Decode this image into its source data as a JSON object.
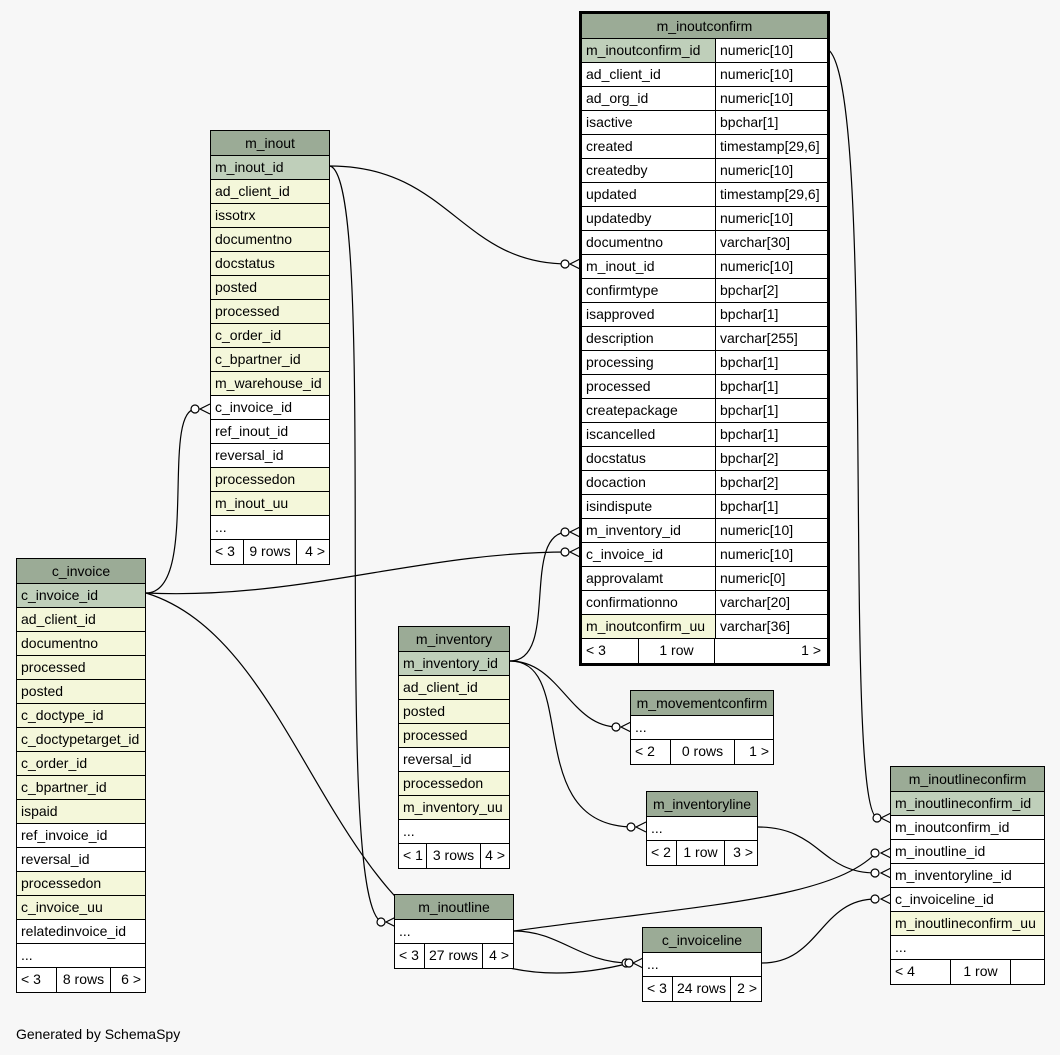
{
  "tables": {
    "m_inoutconfirm": {
      "name": "m_inoutconfirm",
      "columns": [
        {
          "name": "m_inoutconfirm_id",
          "type": "numeric[10]",
          "kind": "pk"
        },
        {
          "name": "ad_client_id",
          "type": "numeric[10]",
          "kind": "plain"
        },
        {
          "name": "ad_org_id",
          "type": "numeric[10]",
          "kind": "plain"
        },
        {
          "name": "isactive",
          "type": "bpchar[1]",
          "kind": "plain"
        },
        {
          "name": "created",
          "type": "timestamp[29,6]",
          "kind": "plain"
        },
        {
          "name": "createdby",
          "type": "numeric[10]",
          "kind": "plain"
        },
        {
          "name": "updated",
          "type": "timestamp[29,6]",
          "kind": "plain"
        },
        {
          "name": "updatedby",
          "type": "numeric[10]",
          "kind": "plain"
        },
        {
          "name": "documentno",
          "type": "varchar[30]",
          "kind": "plain"
        },
        {
          "name": "m_inout_id",
          "type": "numeric[10]",
          "kind": "plain"
        },
        {
          "name": "confirmtype",
          "type": "bpchar[2]",
          "kind": "plain"
        },
        {
          "name": "isapproved",
          "type": "bpchar[1]",
          "kind": "plain"
        },
        {
          "name": "description",
          "type": "varchar[255]",
          "kind": "plain"
        },
        {
          "name": "processing",
          "type": "bpchar[1]",
          "kind": "plain"
        },
        {
          "name": "processed",
          "type": "bpchar[1]",
          "kind": "plain"
        },
        {
          "name": "createpackage",
          "type": "bpchar[1]",
          "kind": "plain"
        },
        {
          "name": "iscancelled",
          "type": "bpchar[1]",
          "kind": "plain"
        },
        {
          "name": "docstatus",
          "type": "bpchar[2]",
          "kind": "plain"
        },
        {
          "name": "docaction",
          "type": "bpchar[2]",
          "kind": "plain"
        },
        {
          "name": "isindispute",
          "type": "bpchar[1]",
          "kind": "plain"
        },
        {
          "name": "m_inventory_id",
          "type": "numeric[10]",
          "kind": "plain"
        },
        {
          "name": "c_invoice_id",
          "type": "numeric[10]",
          "kind": "plain"
        },
        {
          "name": "approvalamt",
          "type": "numeric[0]",
          "kind": "plain"
        },
        {
          "name": "confirmationno",
          "type": "varchar[20]",
          "kind": "plain"
        },
        {
          "name": "m_inoutconfirm_uu",
          "type": "varchar[36]",
          "kind": "fk"
        }
      ],
      "footer": [
        "< 3",
        "1 row",
        "1 >"
      ]
    },
    "m_inout": {
      "name": "m_inout",
      "columns": [
        {
          "name": "m_inout_id",
          "kind": "pk"
        },
        {
          "name": "ad_client_id",
          "kind": "fk"
        },
        {
          "name": "issotrx",
          "kind": "fk"
        },
        {
          "name": "documentno",
          "kind": "fk"
        },
        {
          "name": "docstatus",
          "kind": "fk"
        },
        {
          "name": "posted",
          "kind": "fk"
        },
        {
          "name": "processed",
          "kind": "fk"
        },
        {
          "name": "c_order_id",
          "kind": "fk"
        },
        {
          "name": "c_bpartner_id",
          "kind": "fk"
        },
        {
          "name": "m_warehouse_id",
          "kind": "fk"
        },
        {
          "name": "c_invoice_id",
          "kind": "plain"
        },
        {
          "name": "ref_inout_id",
          "kind": "plain"
        },
        {
          "name": "reversal_id",
          "kind": "plain"
        },
        {
          "name": "processedon",
          "kind": "fk"
        },
        {
          "name": "m_inout_uu",
          "kind": "fk"
        },
        {
          "name": "...",
          "kind": "plain"
        }
      ],
      "footer": [
        "< 3",
        "9 rows",
        "4 >"
      ]
    },
    "c_invoice": {
      "name": "c_invoice",
      "columns": [
        {
          "name": "c_invoice_id",
          "kind": "pk"
        },
        {
          "name": "ad_client_id",
          "kind": "fk"
        },
        {
          "name": "documentno",
          "kind": "fk"
        },
        {
          "name": "processed",
          "kind": "fk"
        },
        {
          "name": "posted",
          "kind": "fk"
        },
        {
          "name": "c_doctype_id",
          "kind": "fk"
        },
        {
          "name": "c_doctypetarget_id",
          "kind": "fk"
        },
        {
          "name": "c_order_id",
          "kind": "fk"
        },
        {
          "name": "c_bpartner_id",
          "kind": "fk"
        },
        {
          "name": "ispaid",
          "kind": "fk"
        },
        {
          "name": "ref_invoice_id",
          "kind": "plain"
        },
        {
          "name": "reversal_id",
          "kind": "plain"
        },
        {
          "name": "processedon",
          "kind": "fk"
        },
        {
          "name": "c_invoice_uu",
          "kind": "fk"
        },
        {
          "name": "relatedinvoice_id",
          "kind": "plain"
        },
        {
          "name": "...",
          "kind": "plain"
        }
      ],
      "footer": [
        "< 3",
        "8 rows",
        "6 >"
      ]
    },
    "m_inventory": {
      "name": "m_inventory",
      "columns": [
        {
          "name": "m_inventory_id",
          "kind": "pk"
        },
        {
          "name": "ad_client_id",
          "kind": "fk"
        },
        {
          "name": "posted",
          "kind": "fk"
        },
        {
          "name": "processed",
          "kind": "fk"
        },
        {
          "name": "reversal_id",
          "kind": "plain"
        },
        {
          "name": "processedon",
          "kind": "fk"
        },
        {
          "name": "m_inventory_uu",
          "kind": "fk"
        },
        {
          "name": "...",
          "kind": "plain"
        }
      ],
      "footer": [
        "< 1",
        "3 rows",
        "4 >"
      ]
    },
    "m_movementconfirm": {
      "name": "m_movementconfirm",
      "columns": [
        {
          "name": "...",
          "kind": "plain"
        }
      ],
      "footer": [
        "< 2",
        "0 rows",
        "1 >"
      ]
    },
    "m_inventoryline": {
      "name": "m_inventoryline",
      "columns": [
        {
          "name": "...",
          "kind": "plain"
        }
      ],
      "footer": [
        "< 2",
        "1 row",
        "3 >"
      ]
    },
    "m_inoutline": {
      "name": "m_inoutline",
      "columns": [
        {
          "name": "...",
          "kind": "plain"
        }
      ],
      "footer": [
        "< 3",
        "27 rows",
        "4 >"
      ]
    },
    "c_invoiceline": {
      "name": "c_invoiceline",
      "columns": [
        {
          "name": "...",
          "kind": "plain"
        }
      ],
      "footer": [
        "< 3",
        "24 rows",
        "2 >"
      ]
    },
    "m_inoutlineconfirm": {
      "name": "m_inoutlineconfirm",
      "columns": [
        {
          "name": "m_inoutlineconfirm_id",
          "kind": "pk"
        },
        {
          "name": "m_inoutconfirm_id",
          "kind": "plain"
        },
        {
          "name": "m_inoutline_id",
          "kind": "plain"
        },
        {
          "name": "m_inventoryline_id",
          "kind": "plain"
        },
        {
          "name": "c_invoiceline_id",
          "kind": "plain"
        },
        {
          "name": "m_inoutlineconfirm_uu",
          "kind": "fk"
        },
        {
          "name": "...",
          "kind": "plain"
        }
      ],
      "footer": [
        "< 4",
        "1 row",
        ""
      ]
    }
  },
  "colors": {
    "header": "#9bab96",
    "primary_key": "#bfcfba",
    "indexed": "#f4f7da",
    "background": "#f7f7f7"
  },
  "caption": "Generated by SchemaSpy"
}
